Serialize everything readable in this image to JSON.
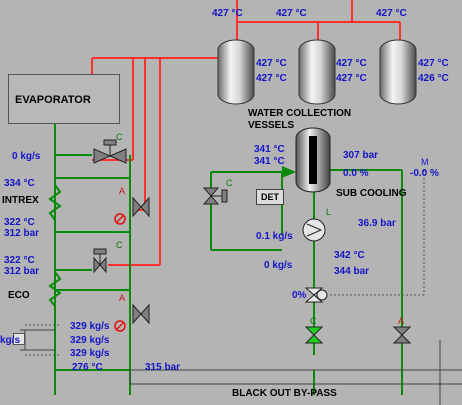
{
  "top": {
    "t1": "427 °C",
    "t2": "427 °C",
    "t3": "427 °C"
  },
  "vessel1": {
    "t1": "427 °C",
    "t2": "427 °C"
  },
  "vessel2": {
    "t1": "427 °C",
    "t2": "427 °C"
  },
  "vessel3": {
    "t1": "427 °C",
    "t2": "426 °C"
  },
  "wcv": {
    "label_line1": "WATER COLLECTION",
    "label_line2": "VESSELS"
  },
  "evaporator": {
    "label": "EVAPORATOR",
    "valve_mode": "C",
    "flow": "0 kg/s"
  },
  "intrex": {
    "label": "INTREX",
    "inlet_temp": "334 °C",
    "valve_mode": "A",
    "temp": "322 °C",
    "pressure": "312 bar"
  },
  "mid": {
    "valve_mode": "C",
    "temp": "322 °C",
    "pressure": "312 bar"
  },
  "eco": {
    "label": "ECO",
    "valve_mode": "A",
    "flows": [
      "329 kg/s",
      "329 kg/s",
      "329 kg/s"
    ],
    "temp": "276 °C",
    "pressure": "315 bar",
    "left_unit": "kg/s"
  },
  "subcooling": {
    "label": "SUB COOLING",
    "inlet_t1": "341 °C",
    "inlet_t2": "341 °C",
    "pressure": "307 bar",
    "pct": "0.0 %",
    "m_label": "M",
    "m_pct": "-0.0 %",
    "bypass_valve_mode": "C",
    "det_label": "DET"
  },
  "pump": {
    "mode": "L",
    "flow": "0.1 kg/s",
    "pressure": "36.9 bar",
    "temp": "342 °C",
    "pressure2": "344 bar"
  },
  "lower": {
    "flow": "0 kg/s",
    "pct": "0%",
    "valve_c_mode": "C",
    "valve_a_mode": "A"
  },
  "bypass": {
    "label": "BLACK OUT BY-PASS"
  },
  "colors": {
    "red_line": "#ff3030",
    "green_line": "#0a8a0a",
    "value": "#1414c8",
    "background": "#b4b4b4"
  }
}
